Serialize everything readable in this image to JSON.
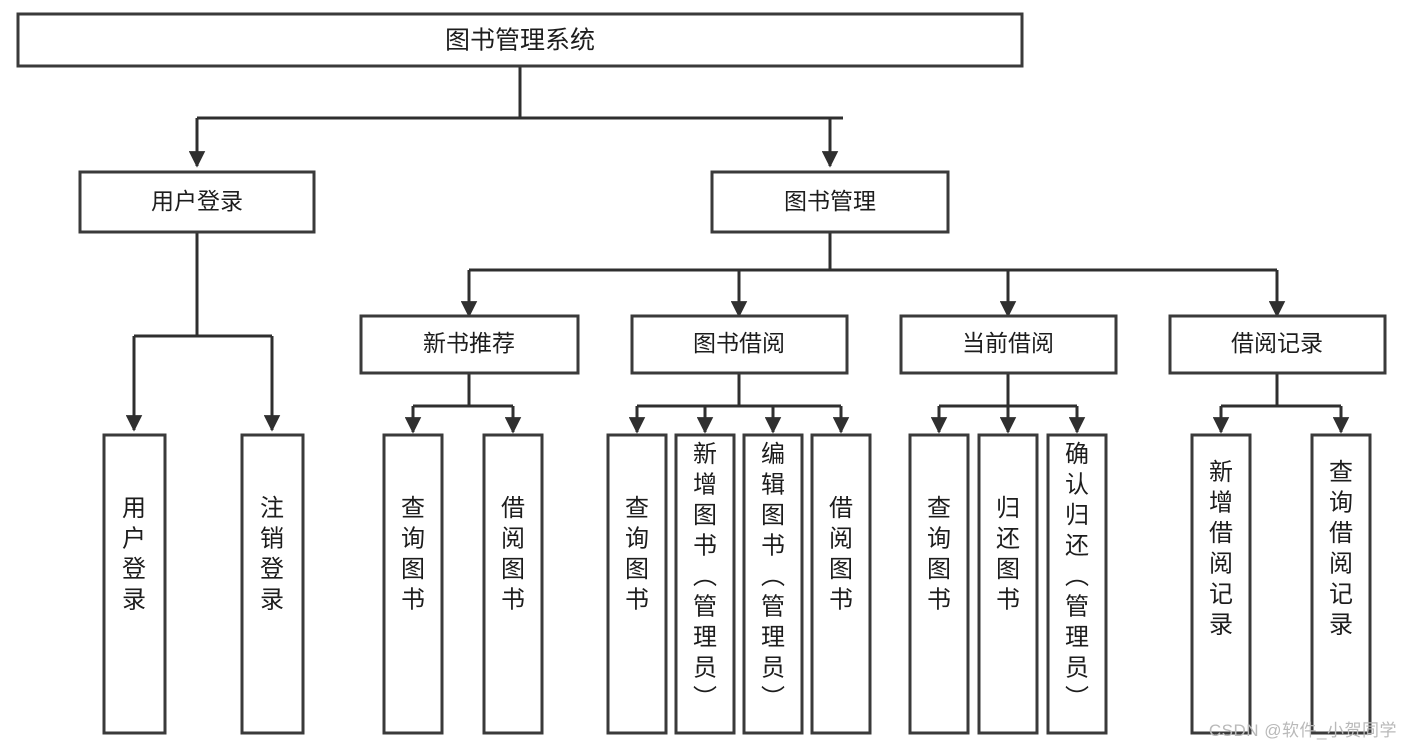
{
  "diagram": {
    "title": "图书管理系统",
    "type": "hierarchy-tree",
    "orientation": "top-down",
    "colors": {
      "box_fill": "#ffffff",
      "box_stroke": "#3a3a3a",
      "link": "#2f2f2f",
      "text": "#1d1d1d",
      "watermark": "#b9b9b9",
      "background": "#ffffff"
    },
    "root": {
      "id": "root",
      "label": "图书管理系统"
    },
    "level2": [
      {
        "id": "user-login",
        "label": "用户登录"
      },
      {
        "id": "book-manage",
        "label": "图书管理"
      }
    ],
    "level3": [
      {
        "id": "new-book-rec",
        "label": "新书推荐"
      },
      {
        "id": "book-borrow",
        "label": "图书借阅"
      },
      {
        "id": "current-borrow",
        "label": "当前借阅"
      },
      {
        "id": "borrow-record",
        "label": "借阅记录"
      }
    ],
    "leaves": {
      "user_login": [
        {
          "id": "leaf-user-login",
          "label": "用户登录"
        },
        {
          "id": "leaf-logout",
          "label": "注销登录"
        }
      ],
      "new_book_rec": [
        {
          "id": "leaf-query-book-1",
          "label": "查询图书"
        },
        {
          "id": "leaf-borrow-book-1",
          "label": "借阅图书"
        }
      ],
      "book_borrow": [
        {
          "id": "leaf-query-book-2",
          "label": "查询图书"
        },
        {
          "id": "leaf-add-book",
          "label": "新增图书（管理员）"
        },
        {
          "id": "leaf-edit-book",
          "label": "编辑图书（管理员）"
        },
        {
          "id": "leaf-borrow-book-2",
          "label": "借阅图书"
        }
      ],
      "current_borrow": [
        {
          "id": "leaf-query-book-3",
          "label": "查询图书"
        },
        {
          "id": "leaf-return-book",
          "label": "归还图书"
        },
        {
          "id": "leaf-confirm-return",
          "label": "确认归还（管理员）"
        }
      ],
      "borrow_record": [
        {
          "id": "leaf-add-record",
          "label": "新增借阅记录"
        },
        {
          "id": "leaf-query-record",
          "label": "查询借阅记录"
        }
      ]
    }
  },
  "watermark": {
    "text": "CSDN @软件_小贺同学"
  }
}
